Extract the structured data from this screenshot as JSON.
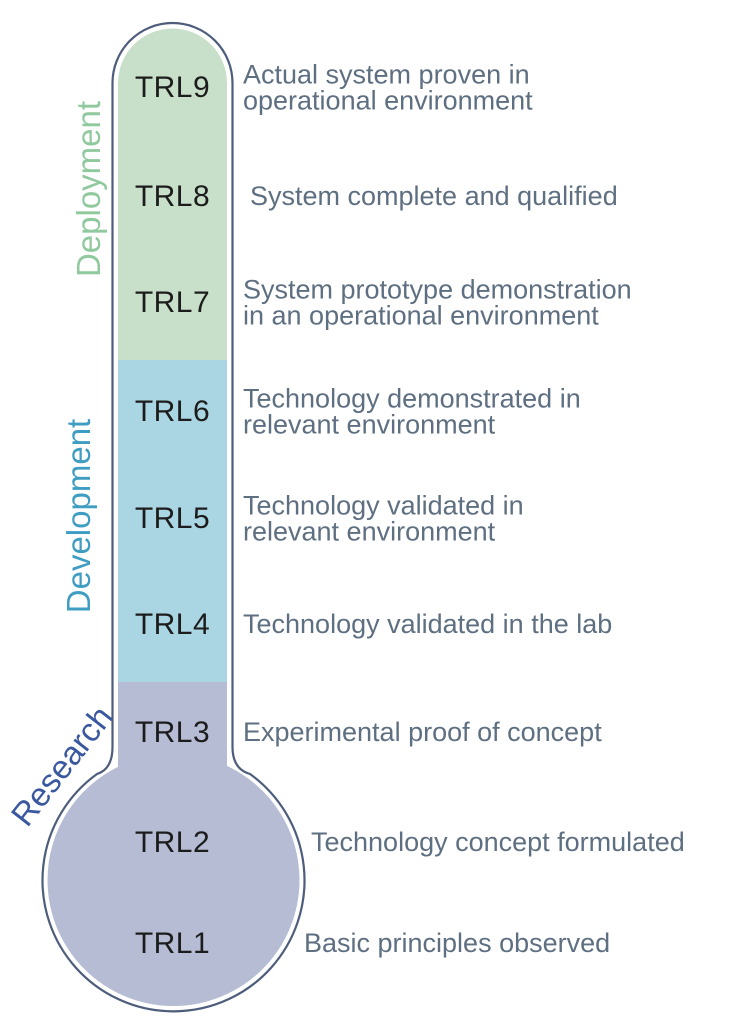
{
  "colors": {
    "outline": "#4d5d7b",
    "trl_text": "#1c1c1c",
    "description_text": "#5e6f81",
    "background": "#ffffff"
  },
  "sections": [
    {
      "name": "deployment",
      "label": "Deployment",
      "fill": "#c8e0ca",
      "label_color": "#90c99e"
    },
    {
      "name": "development",
      "label": "Development",
      "fill": "#aad5e2",
      "label_color": "#3f9dc2"
    },
    {
      "name": "research",
      "label": "Research",
      "fill": "#b5bcd4",
      "label_color": "#3a58a0"
    }
  ],
  "rows": [
    {
      "level": "TRL9",
      "description": "Actual system proven in\noperational environment"
    },
    {
      "level": "TRL8",
      "description": "System complete and qualified"
    },
    {
      "level": "TRL7",
      "description": "System prototype demonstration\nin an operational environment"
    },
    {
      "level": "TRL6",
      "description": "Technology demonstrated in\nrelevant environment"
    },
    {
      "level": "TRL5",
      "description": "Technology validated in\nrelevant environment"
    },
    {
      "level": "TRL4",
      "description": "Technology validated in the lab"
    },
    {
      "level": "TRL3",
      "description": "Experimental proof of concept"
    },
    {
      "level": "TRL2",
      "description": "Technology concept formulated"
    },
    {
      "level": "TRL1",
      "description": "Basic principles observed"
    }
  ]
}
